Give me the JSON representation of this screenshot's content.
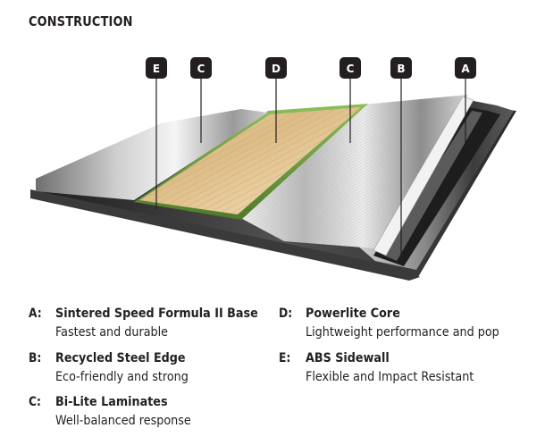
{
  "title": "CONSTRUCTION",
  "badges": [
    {
      "letter": "E"
    },
    {
      "letter": "C"
    },
    {
      "letter": "D"
    },
    {
      "letter": "C"
    },
    {
      "letter": "B"
    },
    {
      "letter": "A"
    }
  ],
  "legend": [
    {
      "letter": "A:",
      "name": "Sintered Speed Formula II Base",
      "desc": "Fastest and durable"
    },
    {
      "letter": "B:",
      "name": "Recycled Steel Edge",
      "desc": "Eco-friendly and strong"
    },
    {
      "letter": "C:",
      "name": "Bi-Lite Laminates",
      "desc": "Well-balanced response"
    },
    {
      "letter": "D:",
      "name": "Powerlite Core",
      "desc": "Lightweight performance and pop"
    },
    {
      "letter": "E:",
      "name": "ABS Sidewall",
      "desc": "Flexible and Impact Resistant"
    }
  ],
  "colors": {
    "badge": "#231f20",
    "sidewall": "#6a9a3c",
    "core": "#e4c99a",
    "base": "#4a4a4a"
  }
}
